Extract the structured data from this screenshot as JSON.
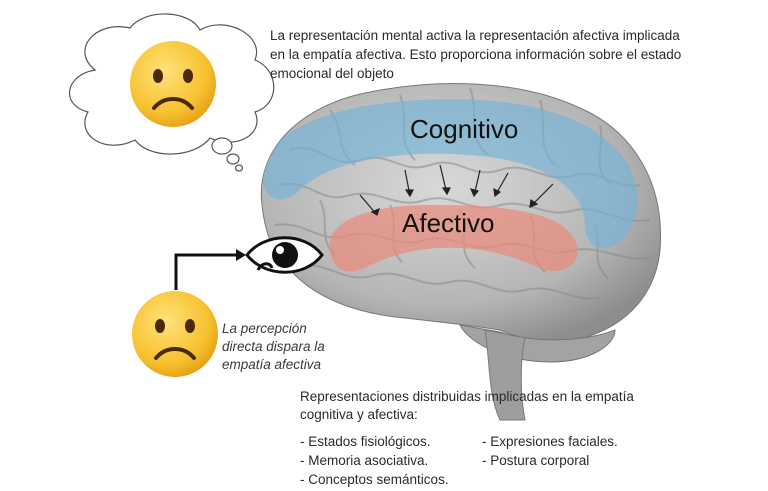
{
  "top_caption": "La representación mental activa la representación afectiva implicada en la empatía afectiva. Esto proporciona información sobre el estado emocional del objeto",
  "brain_labels": {
    "cognitive": "Cognitivo",
    "affective": "Afectivo"
  },
  "perception_caption": "La percepción directa dispara la empatía afectiva",
  "bottom_caption": "Representaciones distribuidas implicadas en la empatía cognitiva y afectiva:",
  "bottom_list": {
    "item1": "-  Estados fisiológicos.",
    "item2": "-  Expresiones faciales.",
    "item3": "-  Memoria asociativa.",
    "item4": "-  Postura corporal",
    "item5": "-  Conceptos semánticos."
  },
  "icons": [
    "sad-face-icon",
    "thought-bubble-icon",
    "eye-icon",
    "brain-illustration"
  ],
  "colors": {
    "cognitive_region": "#6fb3d9",
    "affective_region": "#e98a7a",
    "emoji": "#f7c531",
    "brain": "#b9b9b9"
  }
}
